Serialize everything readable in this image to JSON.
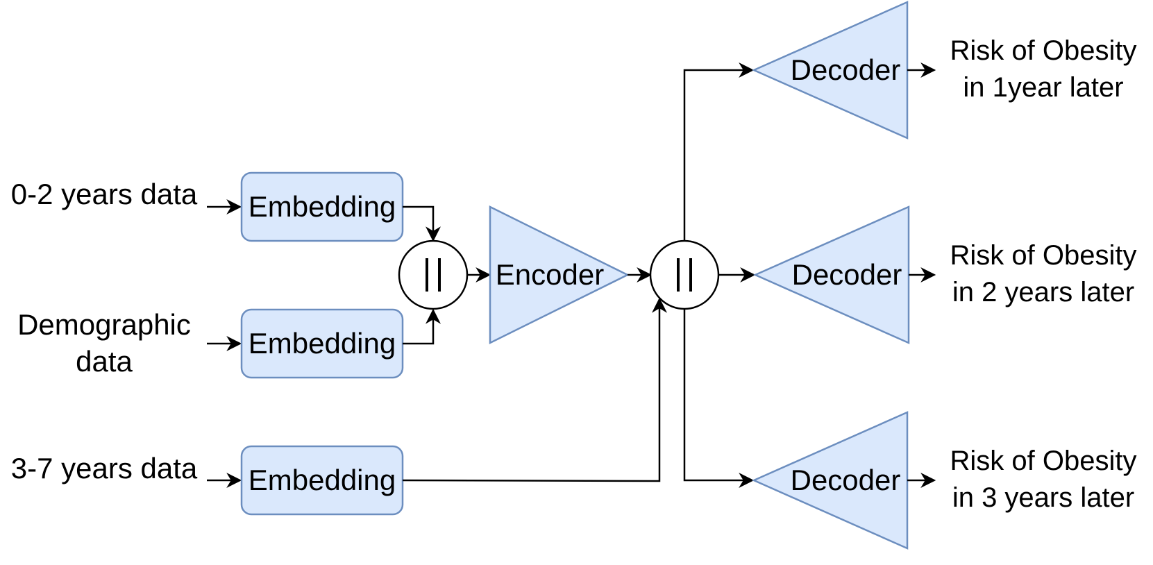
{
  "inputs": {
    "early": "0-2 years data",
    "demographic_line1": "Demographic",
    "demographic_line2": "data",
    "later": "3-7 years data"
  },
  "blocks": {
    "embedding": "Embedding",
    "encoder": "Encoder",
    "decoder": "Decoder"
  },
  "outputs": [
    {
      "line1": "Risk of Obesity",
      "line2": "in 1year later"
    },
    {
      "line1": "Risk of Obesity",
      "line2": "in 2 years later"
    },
    {
      "line1": "Risk of Obesity",
      "line2": "in 3 years later"
    }
  ],
  "colors": {
    "block_fill": "#dae8fc",
    "block_stroke": "#6c8ebf",
    "line": "#000000"
  }
}
